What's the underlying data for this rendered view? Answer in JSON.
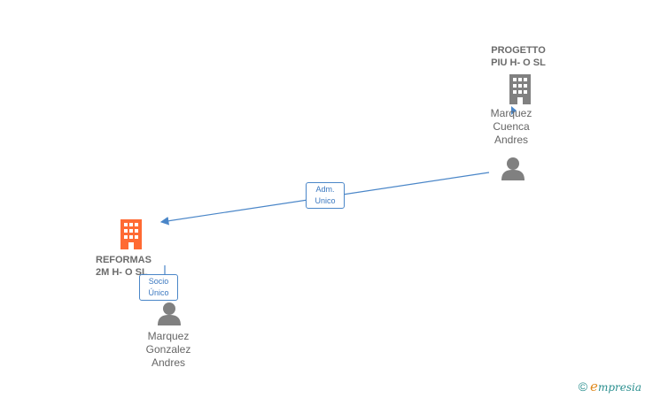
{
  "nodes": {
    "progetto": {
      "name": "PROGETTO\nPIU H- O SL",
      "type": "company",
      "color": "#808080"
    },
    "reformas": {
      "name": "REFORMAS\n2M H- O SL",
      "type": "company",
      "color": "#ff6a33"
    },
    "marquez_cuenca": {
      "name": "Marquez\nCuenca\nAndres",
      "type": "person",
      "color": "#808080"
    },
    "marquez_gonzalez": {
      "name": "Marquez\nGonzalez\nAndres",
      "type": "person",
      "color": "#808080"
    }
  },
  "edges": {
    "adm_unico": {
      "label": "Adm.\nUnico",
      "color": "#4a86c8"
    },
    "socio_unico": {
      "label": "Socio\nÚnico",
      "color": "#4a86c8"
    }
  },
  "brand": {
    "copyright": "©",
    "name_initial": "e",
    "name_rest": "mpresia"
  }
}
